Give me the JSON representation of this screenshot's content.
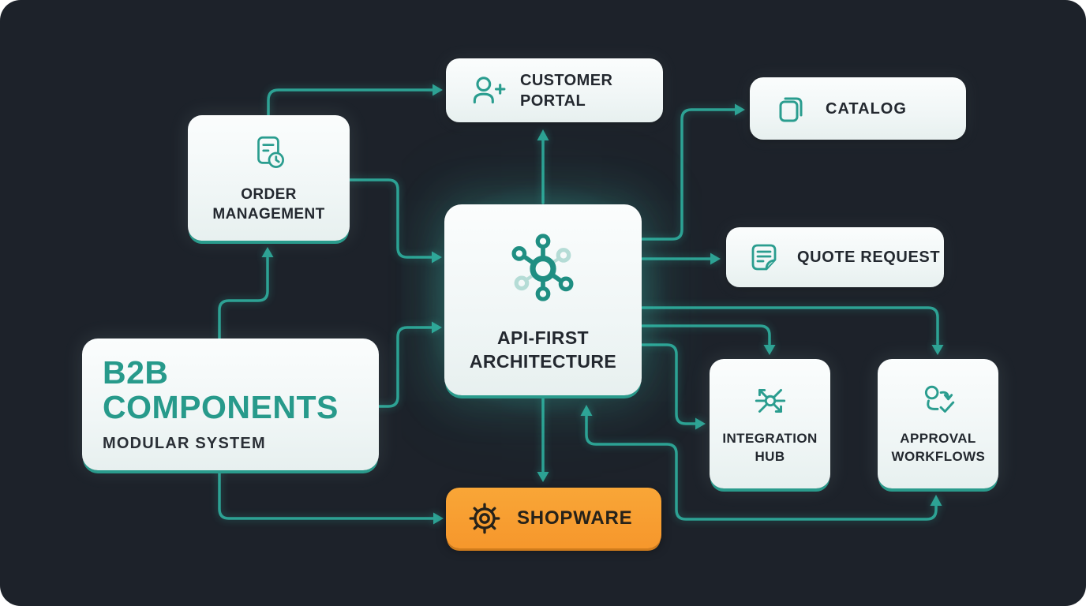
{
  "canvas": {
    "background_color": "#1d222a",
    "accent_teal": "#2da294",
    "accent_orange": "#f6972c"
  },
  "nodes": {
    "b2b": {
      "title": "B2B COMPONENTS",
      "subtitle": "MODULAR SYSTEM"
    },
    "order_management": {
      "label": "ORDER MANAGEMENT",
      "icon": "document-clock-icon"
    },
    "customer_portal": {
      "label": "CUSTOMER PORTAL",
      "icon": "user-plus-icon"
    },
    "api_first": {
      "label": "API-FIRST ARCHITECTURE",
      "icon": "network-hub-icon"
    },
    "catalog": {
      "label": "CATALOG",
      "icon": "copy-pages-icon"
    },
    "quote_request": {
      "label": "QUOTE REQUEST",
      "icon": "document-lines-icon"
    },
    "integration_hub": {
      "label": "INTEGRATION HUB",
      "icon": "hub-arrows-icon"
    },
    "approval_workflows": {
      "label": "APPROVAL WORKFLOWS",
      "icon": "user-check-cycle-icon"
    },
    "shopware": {
      "label": "SHOPWARE",
      "icon": "gear-icon"
    }
  },
  "edges": [
    {
      "from": "b2b",
      "to": "order_management"
    },
    {
      "from": "b2b",
      "to": "api_first"
    },
    {
      "from": "b2b",
      "to": "shopware"
    },
    {
      "from": "order_management",
      "to": "customer_portal"
    },
    {
      "from": "order_management",
      "to": "api_first"
    },
    {
      "from": "api_first",
      "to": "customer_portal"
    },
    {
      "from": "api_first",
      "to": "catalog"
    },
    {
      "from": "api_first",
      "to": "quote_request"
    },
    {
      "from": "api_first",
      "to": "approval_workflows",
      "via": "top"
    },
    {
      "from": "api_first",
      "to": "integration_hub",
      "via": "top"
    },
    {
      "from": "api_first",
      "to": "integration_hub",
      "via": "left"
    },
    {
      "from": "api_first",
      "to": "shopware"
    },
    {
      "from": "api_first",
      "to": "approval_workflows",
      "via": "bottom",
      "bidirectional": true
    }
  ]
}
